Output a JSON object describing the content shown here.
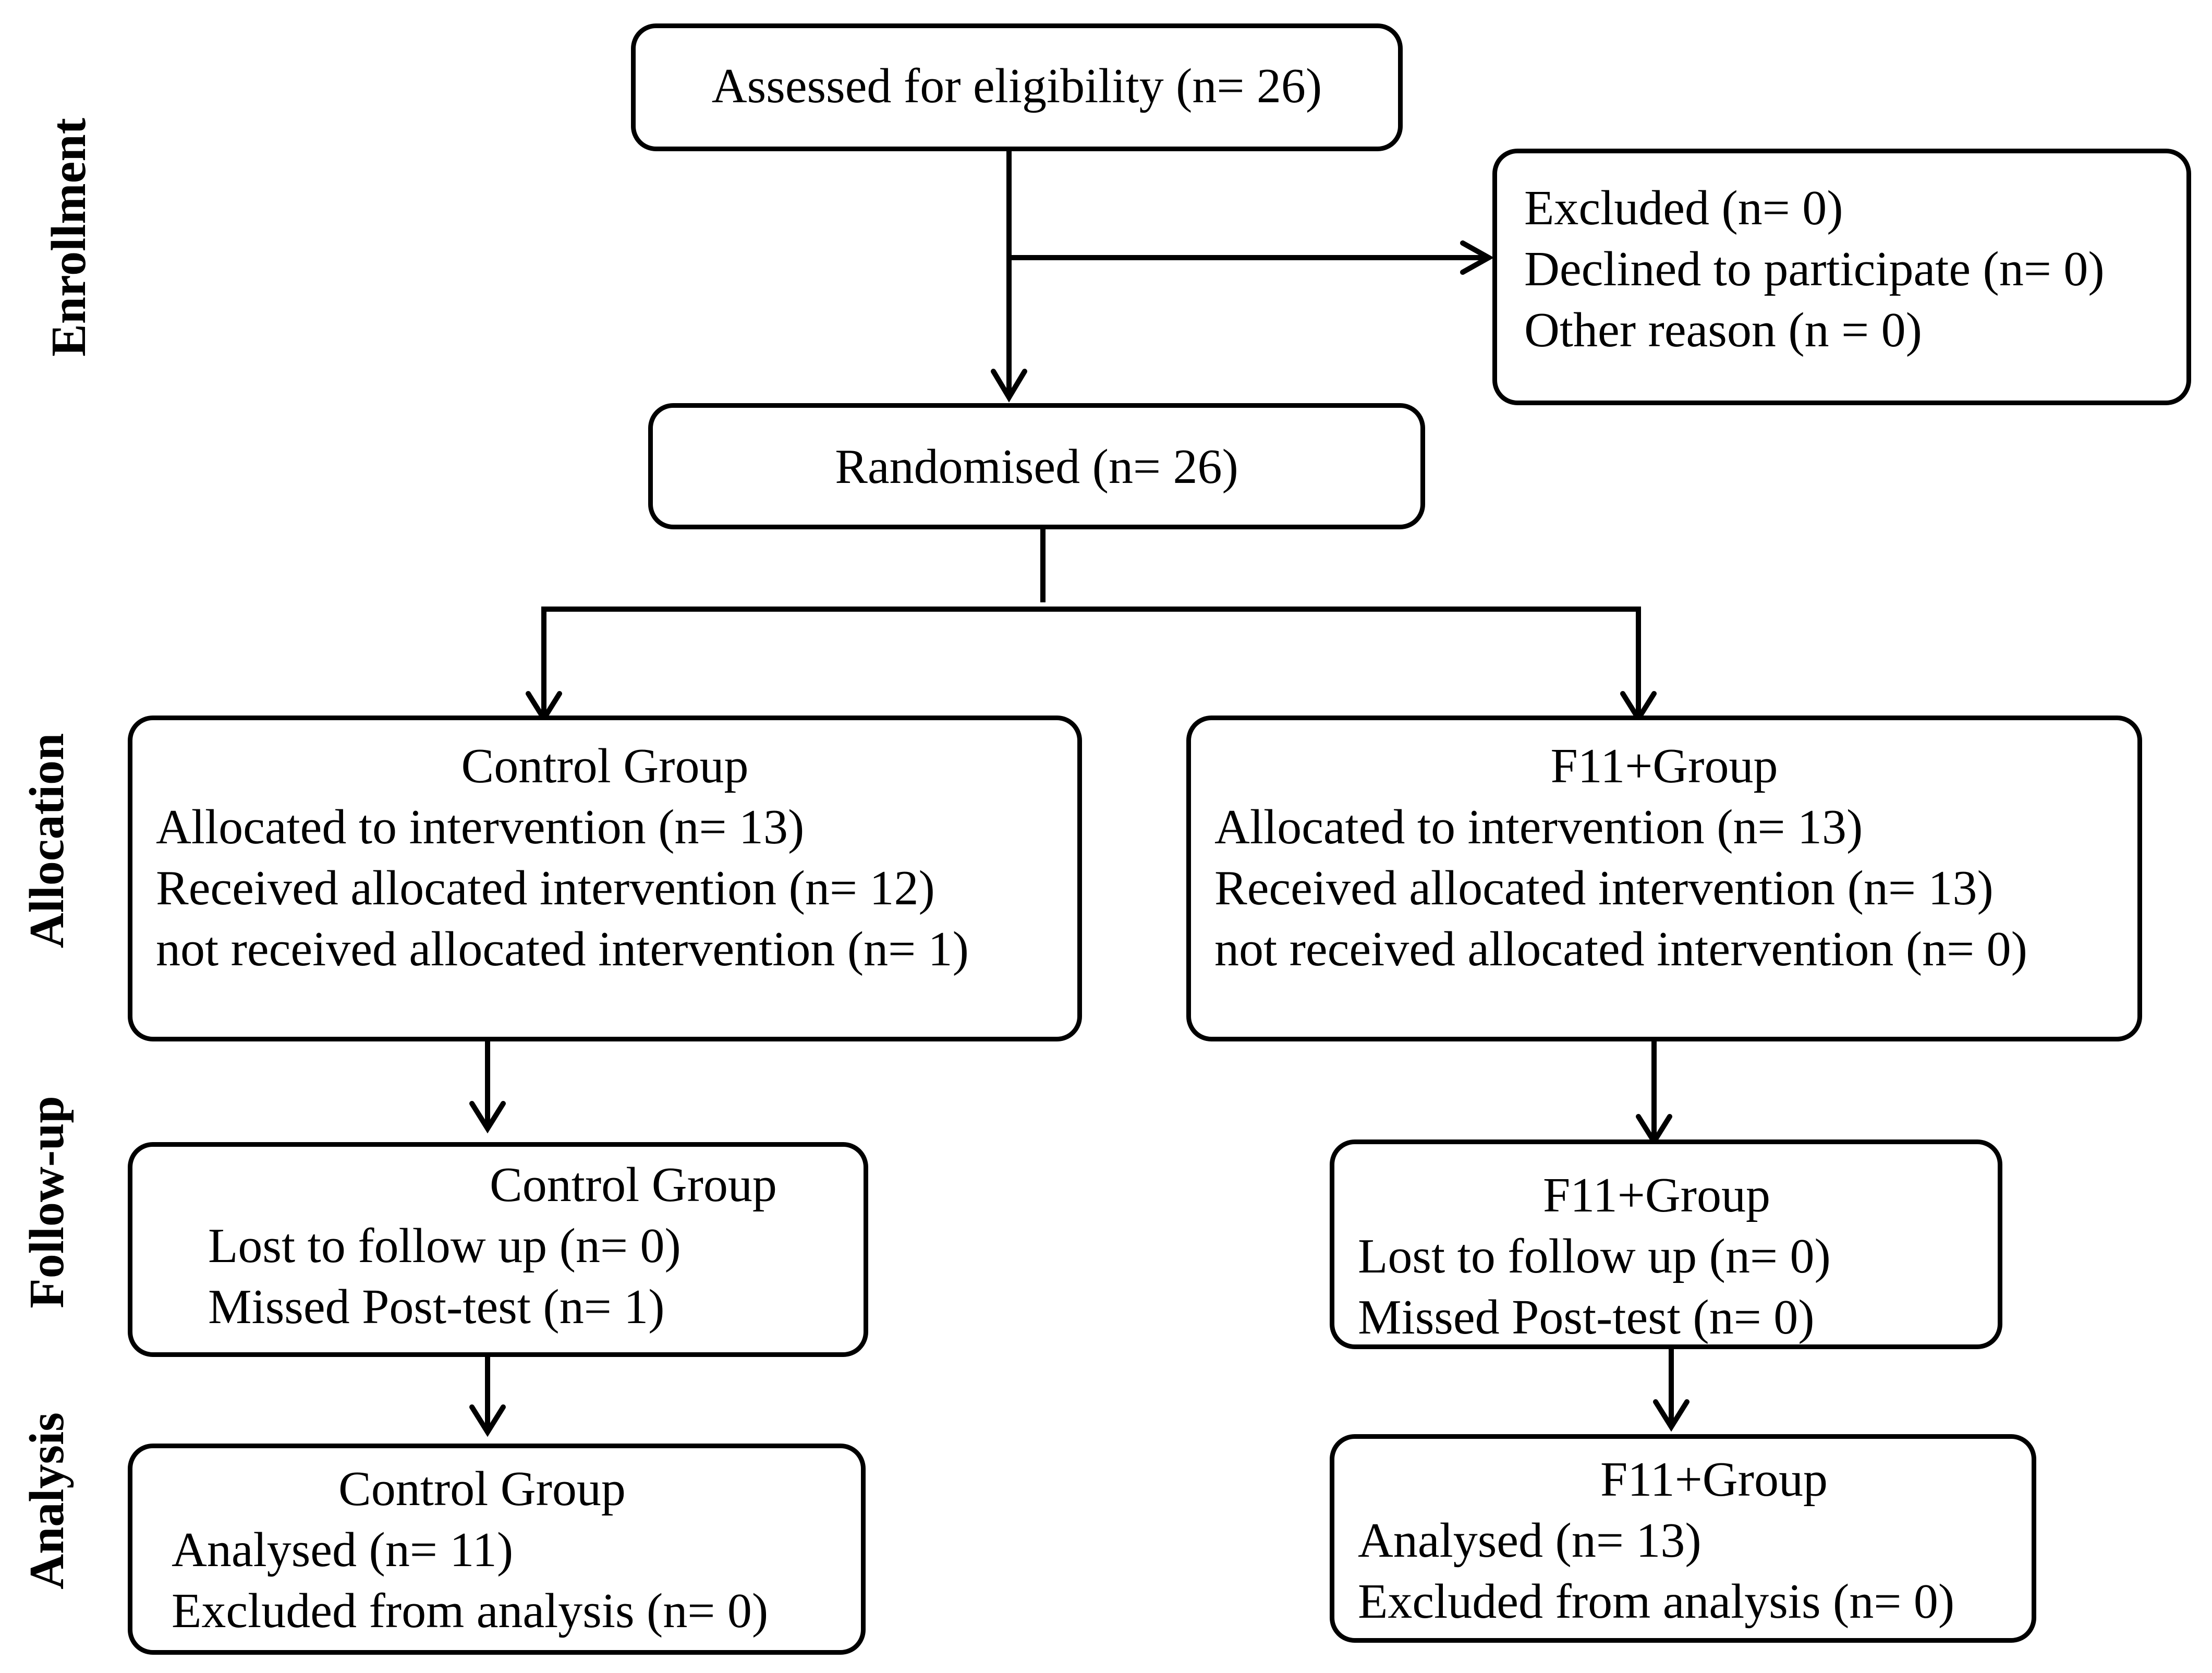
{
  "phases": {
    "enrollment": "Enrollment",
    "allocation": "Allocation",
    "follow_up": "Follow-up",
    "analysis": "Analysis"
  },
  "assessed": "Assessed for eligibility (n= 26)",
  "excluded": [
    "Excluded (n= 0)",
    "Declined to participate (n= 0)",
    "Other reason (n = 0)"
  ],
  "randomised": "Randomised (n= 26)",
  "allocation": {
    "control": {
      "title": "Control Group",
      "lines": [
        "Allocated to intervention (n= 13)",
        "Received allocated intervention (n= 12)",
        "not received allocated intervention (n= 1)"
      ]
    },
    "f11": {
      "title": "F11+Group",
      "lines": [
        "Allocated to intervention (n= 13)",
        "Received allocated intervention (n= 13)",
        "not received allocated intervention (n= 0)"
      ]
    }
  },
  "follow_up": {
    "control": {
      "title": "Control Group",
      "lines": [
        "Lost to follow up (n= 0)",
        "Missed Post-test (n= 1)"
      ]
    },
    "f11": {
      "title": "F11+Group",
      "lines": [
        "Lost to follow up (n= 0)",
        "Missed Post-test (n= 0)"
      ]
    }
  },
  "analysis": {
    "control": {
      "title": "Control Group",
      "lines": [
        "Analysed (n= 11)",
        "Excluded from analysis (n= 0)"
      ]
    },
    "f11": {
      "title": "F11+Group",
      "lines": [
        "Analysed (n= 13)",
        "Excluded from analysis (n= 0)"
      ]
    }
  }
}
